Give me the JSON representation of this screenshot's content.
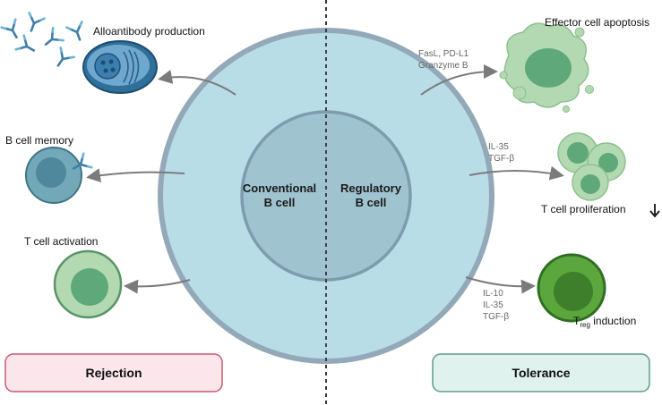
{
  "center": {
    "left_label_line1": "Conventional",
    "left_label_line2": "B cell",
    "right_label_line1": "Regulatory",
    "right_label_line2": "B cell"
  },
  "left": {
    "alloantibody": "Alloantibody production",
    "memory": "B cell memory",
    "activation": "T cell activation",
    "box": "Rejection"
  },
  "right": {
    "apoptosis": "Effector cell apoptosis",
    "apoptosis_factors": [
      "FasL, PD-L1",
      "Granzyme B"
    ],
    "proliferation": "T cell proliferation",
    "proliferation_factors": [
      "IL-35",
      "TGF-β"
    ],
    "treg_prefix": "T",
    "treg_sub": "reg",
    "treg_suffix": " induction",
    "treg_factors": [
      "IL-10",
      "IL-35",
      "TGF-β"
    ],
    "box": "Tolerance"
  },
  "colors": {
    "outer_cell": "#b9dde7",
    "outer_border": "#93a8b8",
    "inner_cell": "#9fc3cf",
    "rejection_fill": "#fbe6ec",
    "rejection_border": "#c95a72",
    "tolerance_fill": "#dff2ee",
    "tolerance_border": "#5e9c8a"
  },
  "icons": {
    "antibody": "antibody-icon",
    "plasma_cell": "plasma-cell-icon",
    "memory_cell": "memory-b-cell-icon",
    "t_cell": "t-cell-icon",
    "apoptotic_cell": "apoptotic-cell-icon",
    "proliferating_cells": "proliferating-t-cells-icon",
    "treg_cell": "treg-cell-icon",
    "down_arrow": "down-arrow-icon"
  }
}
